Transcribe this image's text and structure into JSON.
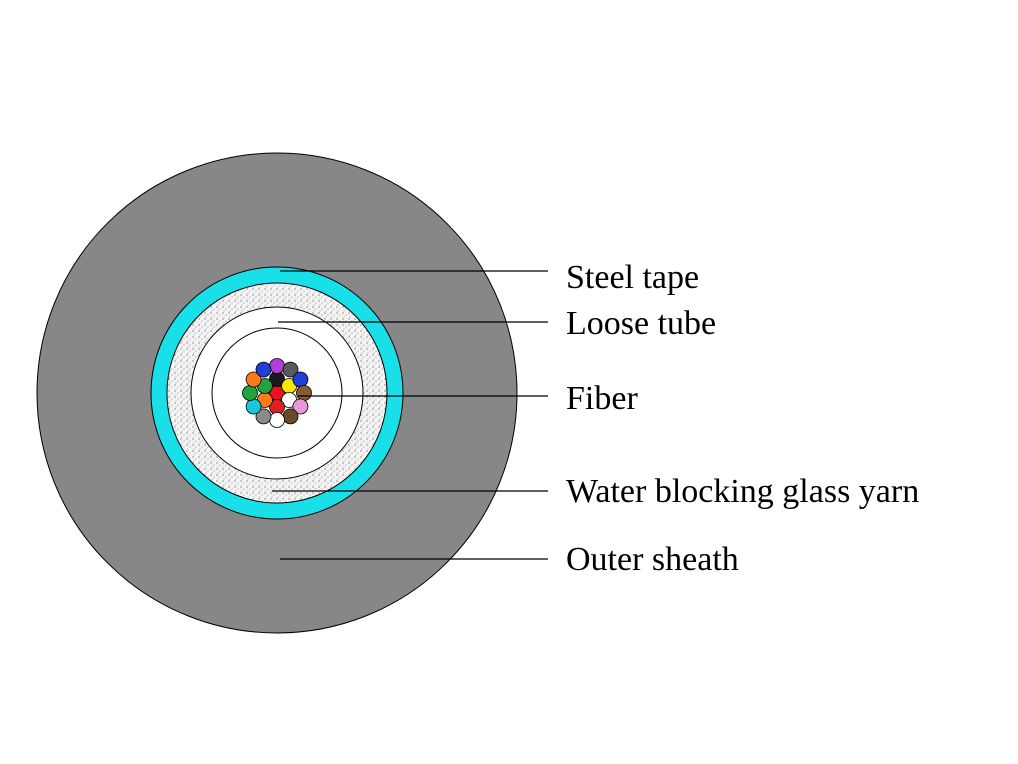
{
  "labels": {
    "steel_tape": "Steel tape",
    "loose_tube": "Loose tube",
    "fiber": "Fiber",
    "water_blocking_glass_yarn": "Water blocking glass yarn",
    "outer_sheath": "Outer sheath"
  },
  "colors": {
    "outer_sheath": "#878787",
    "steel_tape": "#19e0e8",
    "glass_yarn": "#f2f2f2",
    "loose_tube": "#ffffff",
    "fibers": [
      "#e8141c",
      "#1a1a1a",
      "#f5e800",
      "#ffffff",
      "#e02020",
      "#ff7a1a",
      "#1fa33a",
      "#b040d8",
      "#5a5a5a",
      "#1f3fd6",
      "#8a5a30",
      "#e89ad8",
      "#6b4a2a",
      "#ffffff",
      "#8a8a8a",
      "#19c8d8",
      "#1fa33a",
      "#ff7a1a",
      "#1f3fd6"
    ]
  }
}
